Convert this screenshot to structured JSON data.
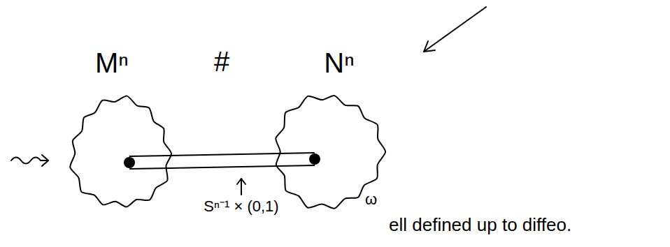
{
  "diagram": {
    "nodes": [
      {
        "text": [
          "Mⁿ"
        ]
      },
      {
        "text": [
          "Nⁿ"
        ]
      }
    ],
    "edges": [
      {
        "from": 0,
        "to": 1,
        "arrow": "none",
        "label": "Sⁿ⁻¹ × (0,1)"
      }
    ],
    "labels": [
      "#",
      "ω",
      "ell defined up to diffeo."
    ]
  }
}
